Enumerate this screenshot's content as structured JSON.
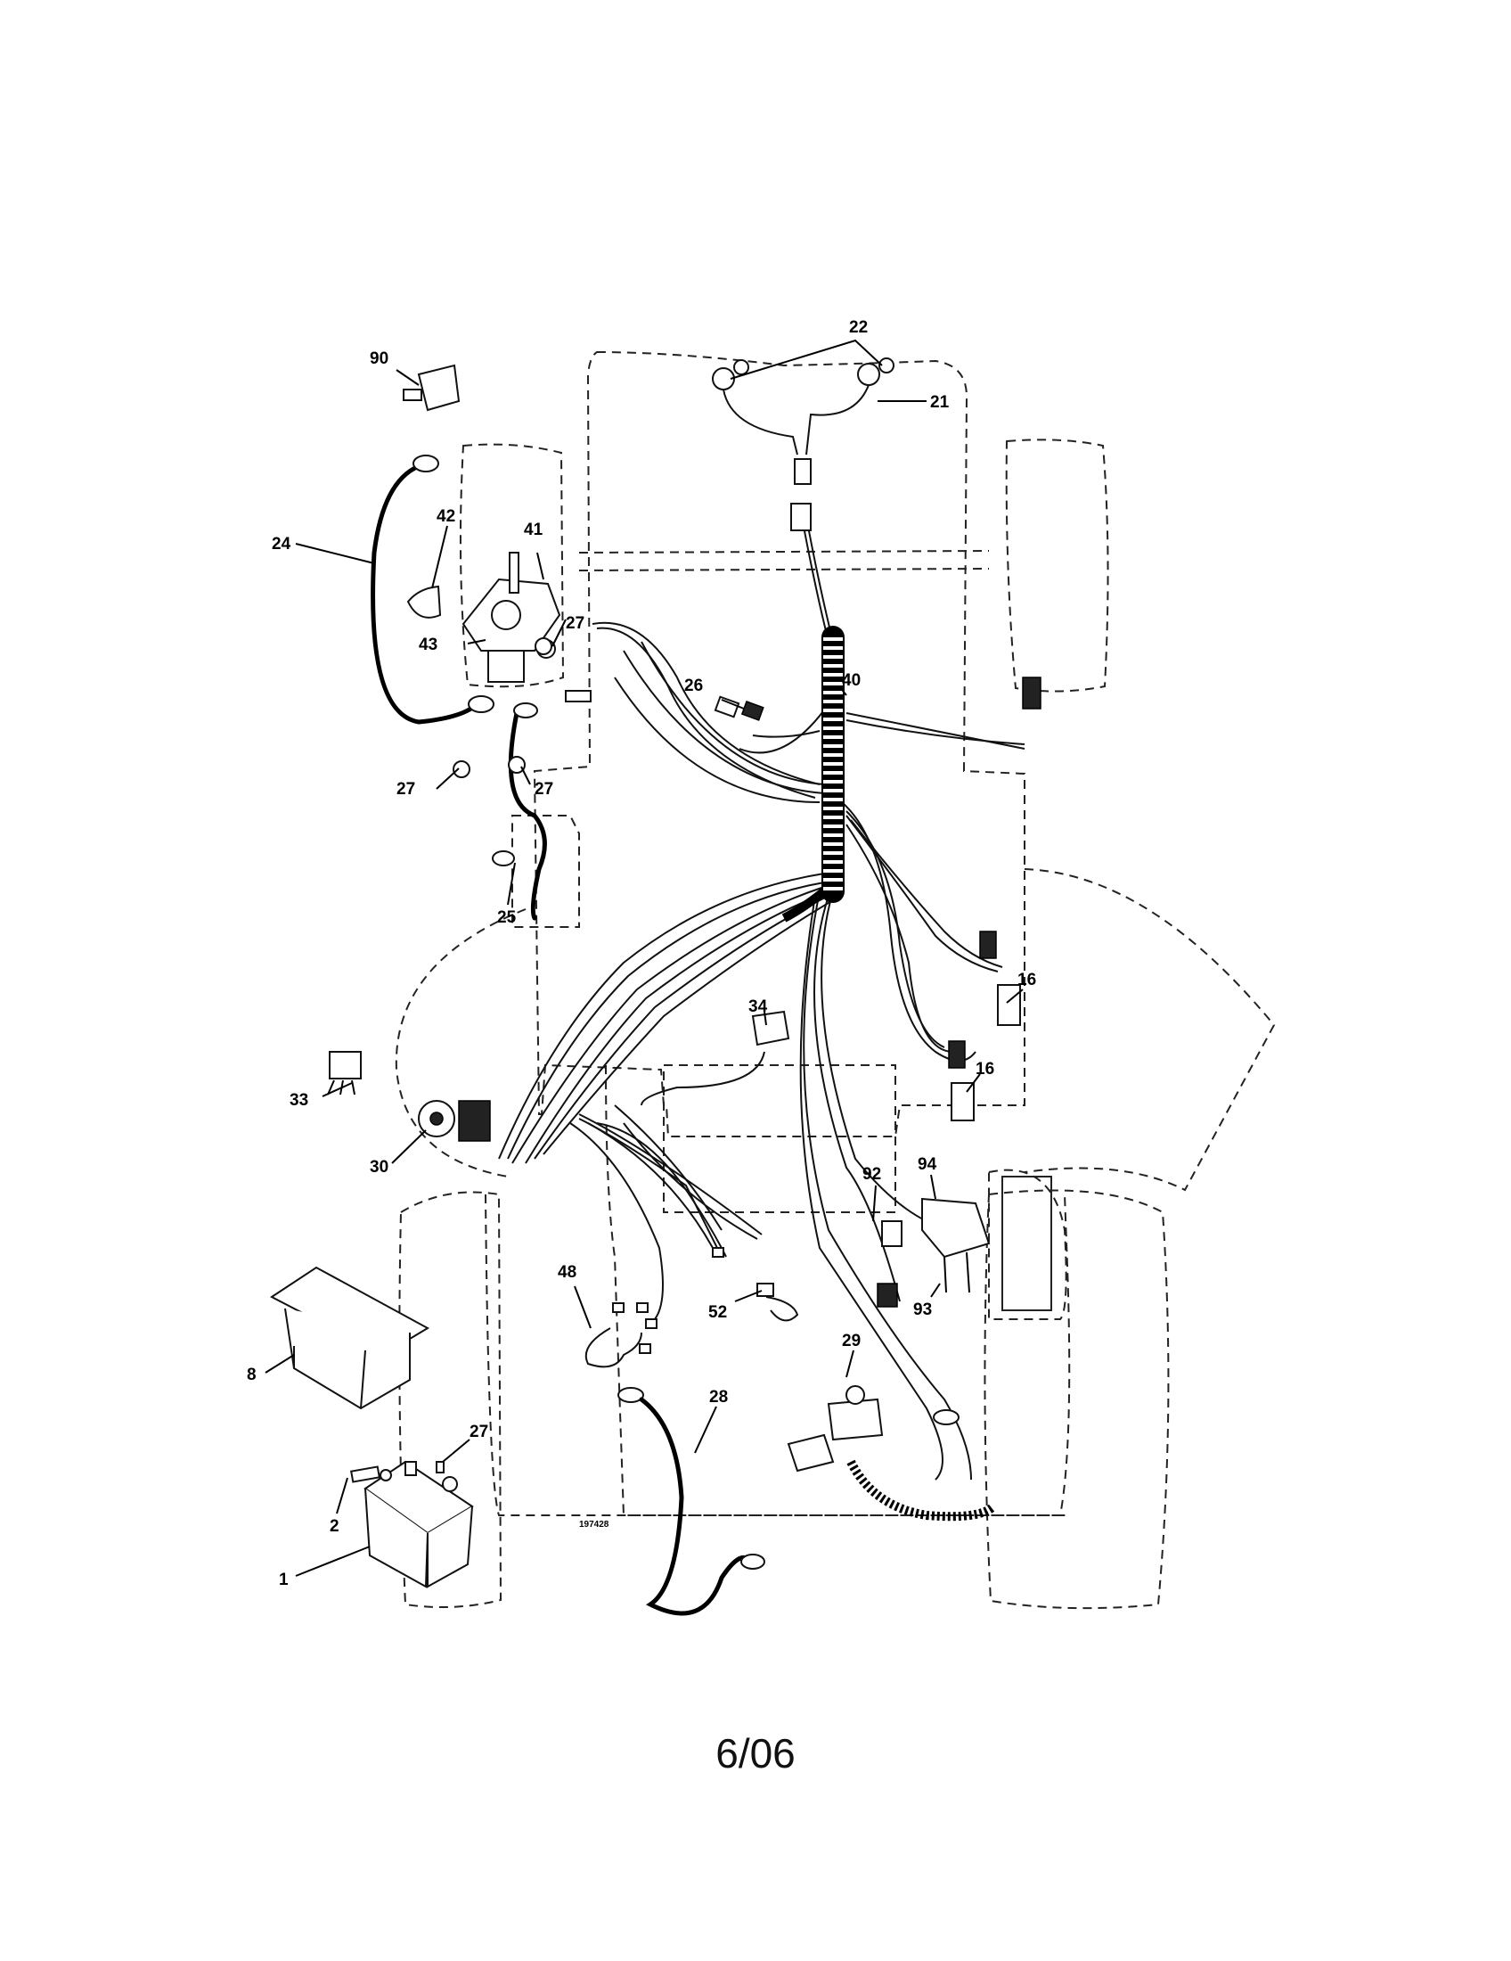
{
  "diagram_code": "197428",
  "page_date": "6/06",
  "callouts": {
    "c90": "90",
    "c22": "22",
    "c21": "21",
    "c24": "24",
    "c42": "42",
    "c41": "41",
    "c43": "43",
    "c27a": "27",
    "c27b": "27",
    "c27c": "27",
    "c27d": "27",
    "c26": "26",
    "c40": "40",
    "c25": "25",
    "c16a": "16",
    "c16b": "16",
    "c34": "34",
    "c33": "33",
    "c30": "30",
    "c92": "92",
    "c94": "94",
    "c93": "93",
    "c48": "48",
    "c52": "52",
    "c8": "8",
    "c29": "29",
    "c28": "28",
    "c2": "2",
    "c1": "1"
  }
}
